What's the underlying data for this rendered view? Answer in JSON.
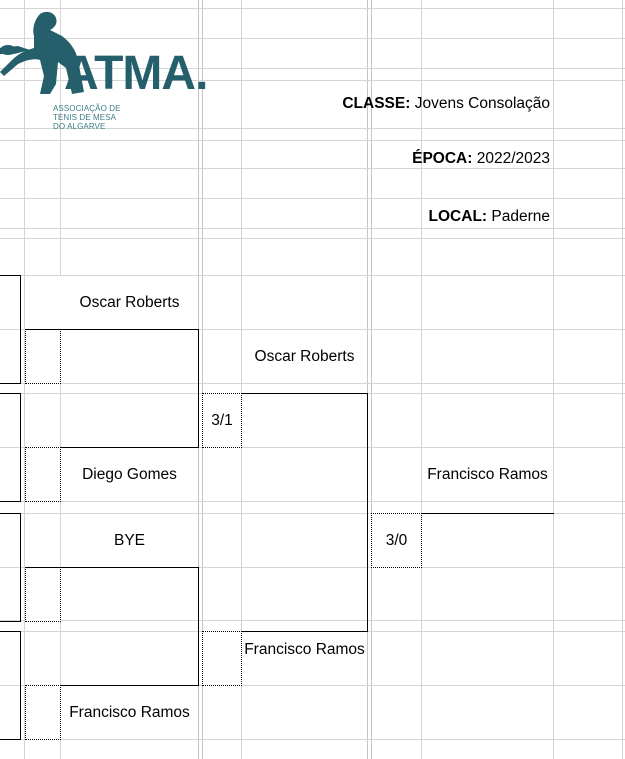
{
  "logo": {
    "wordmark": "ATMA.",
    "subtitle_lines": [
      "ASSOCIAÇÃO DE",
      "TENIS DE MESA",
      "DO ALGARVE"
    ]
  },
  "header": {
    "classe_label": "CLASSE:",
    "classe_value": "Jovens Consolação",
    "epoca_label": "ÉPOCA:",
    "epoca_value": "2022/2023",
    "local_label": "LOCAL:",
    "local_value": "Paderne"
  },
  "bracket": {
    "round1": [
      "Oscar Roberts",
      "Diego Gomes",
      "BYE",
      "Francisco Ramos"
    ],
    "round2": [
      "Oscar Roberts",
      "Francisco Ramos"
    ],
    "round2_score": "3/1",
    "final": "Francisco Ramos",
    "final_score": "3/0"
  },
  "colors": {
    "brand": "#245f6b",
    "brand_dot": "#1e9cb0",
    "grid": "#d4d4d4"
  }
}
